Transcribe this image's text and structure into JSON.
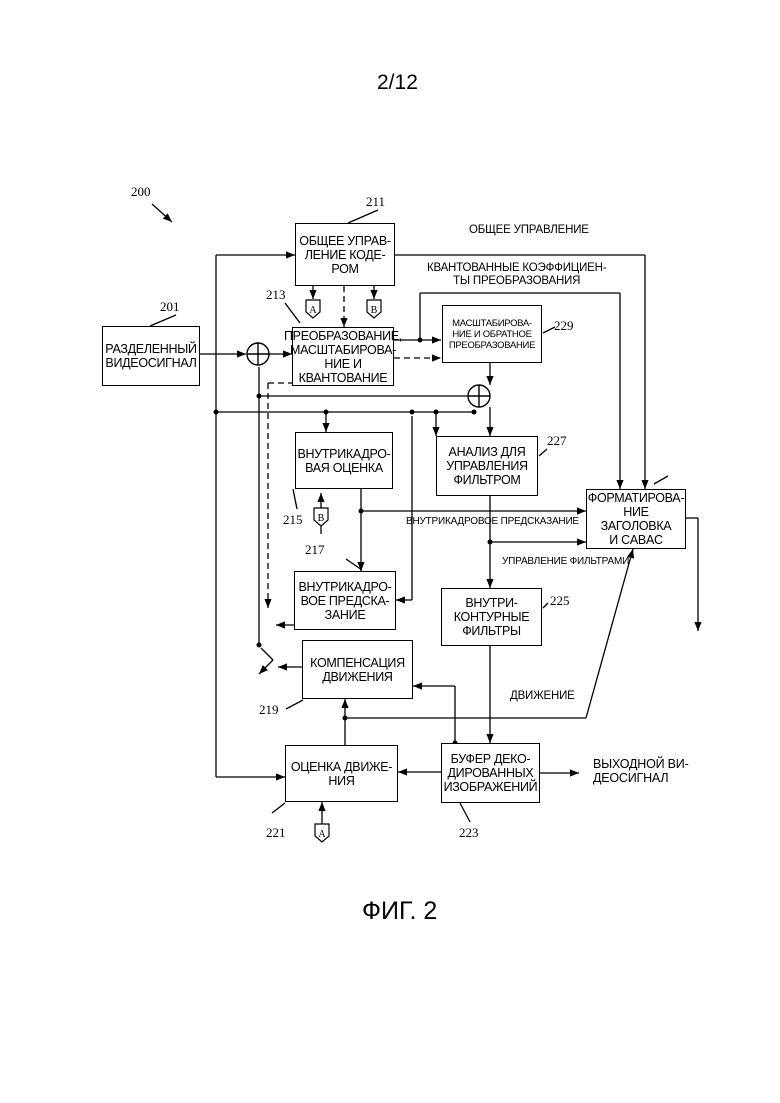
{
  "page_number": "2/12",
  "figure_caption": "ФИГ. 2",
  "blocks": {
    "general_control": "ОБЩЕЕ УПРАВ-\nЛЕНИЕ КОДЕ-\nРОМ",
    "transform": "ПРЕОБРАЗОВАНИЕ,\nМАСШТАБИРОВА-\nНИЕ И КВАНТОВАНИЕ",
    "scaling_inverse": "МАСШТАБИРОВА-\nНИЕ И ОБРАТНОЕ\nПРЕОБРАЗОВАНИЕ",
    "partitioned_video": "РАЗДЕЛЕННЫЙ\nВИДЕОСИГНАЛ",
    "intra_estimation": "ВНУТРИКАДРО-\nВАЯ ОЦЕНКА",
    "filter_analysis": "АНАЛИЗ ДЛЯ\nУПРАВЛЕНИЯ\nФИЛЬТРОМ",
    "header_formatting": "ФОРМАТИРОВА-\nНИЕ ЗАГОЛОВКА\nИ CABAC",
    "intra_prediction": "ВНУТРИКАДРО-\nВОЕ ПРЕДСКА-\nЗАНИЕ",
    "in_loop_filters": "ВНУТРИ-\nКОНТУРНЫЕ\nФИЛЬТРЫ",
    "motion_compensation": "КОМПЕНСАЦИЯ\nДВИЖЕНИЯ",
    "motion_estimation": "ОЦЕНКА ДВИЖЕ-\nНИЯ",
    "decoded_buffer": "БУФЕР ДЕКО-\nДИРОВАННЫХ\nИЗОБРАЖЕНИЙ"
  },
  "labels": {
    "general_control_line": "ОБЩЕЕ УПРАВЛЕНИЕ",
    "quantized_coeffs": "КВАНТОВАННЫЕ КОЭФФИЦИЕН-\nТЫ ПРЕОБРАЗОВАНИЯ",
    "intra_prediction_line": "ВНУТРИКАДРОВОЕ ПРЕДСКАЗАНИЕ",
    "filter_control_line": "УПРАВЛЕНИЕ ФИЛЬТРАМИ",
    "motion_line": "ДВИЖЕНИЕ",
    "output_video": "ВЫХОДНОЙ ВИ-\nДЕОСИГНАЛ"
  },
  "connectors": {
    "a": "A",
    "b": "B"
  },
  "reference_numbers": {
    "n200": "200",
    "n201": "201",
    "n211": "211",
    "n213": "213",
    "n215": "215",
    "n217": "217",
    "n219": "219",
    "n221": "221",
    "n223": "223",
    "n225": "225",
    "n227": "227",
    "n229": "229"
  }
}
